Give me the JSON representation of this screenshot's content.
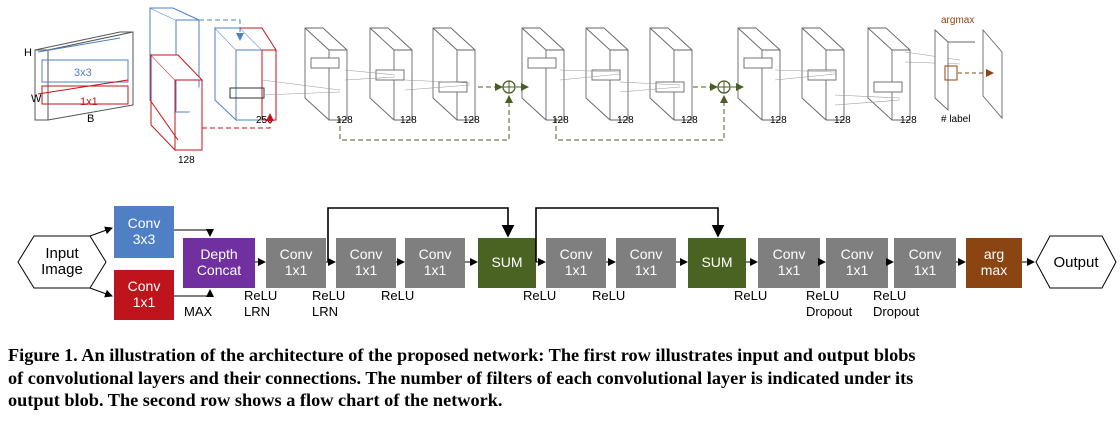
{
  "top_diagram": {
    "input_dims": {
      "h": "H",
      "w": "W",
      "b": "B"
    },
    "kernel_3x3": "3x3",
    "kernel_1x1": "1x1",
    "counts": [
      "128",
      "256",
      "128",
      "128",
      "128",
      "128",
      "128",
      "128",
      "128",
      "128",
      "128"
    ],
    "label_blob": "# label",
    "argmax": "argmax",
    "sum_symbol": "⊕"
  },
  "flow": {
    "input": "Input\nImage",
    "output": "Output",
    "conv3x3": "Conv\n3x3",
    "conv1x1_red": "Conv\n1x1",
    "depth_concat": "Depth\nConcat",
    "conv": "Conv\n1x1",
    "sum": "SUM",
    "argmax": "arg\nmax",
    "max_label": "MAX",
    "annotations": [
      "ReLU\nLRN",
      "ReLU\nLRN",
      "ReLU",
      "ReLU",
      "ReLU",
      "ReLU",
      "ReLU\nDropout",
      "ReLU\nDropout"
    ]
  },
  "colors": {
    "blue": "#4f80c6",
    "red": "#c0141c",
    "purple": "#7030a0",
    "gray": "#7f7f7f",
    "green": "#4a6222",
    "brown": "#8b4513",
    "dash_green": "#4a5e24"
  },
  "caption": {
    "line1": "Figure 1. An illustration of the architecture of the proposed network: The first row illustrates input and output blobs",
    "line2": "of convolutional layers and their connections. The number of filters of each convolutional layer is indicated under its",
    "line3": "output blob. The second row shows a flow chart of the network."
  }
}
